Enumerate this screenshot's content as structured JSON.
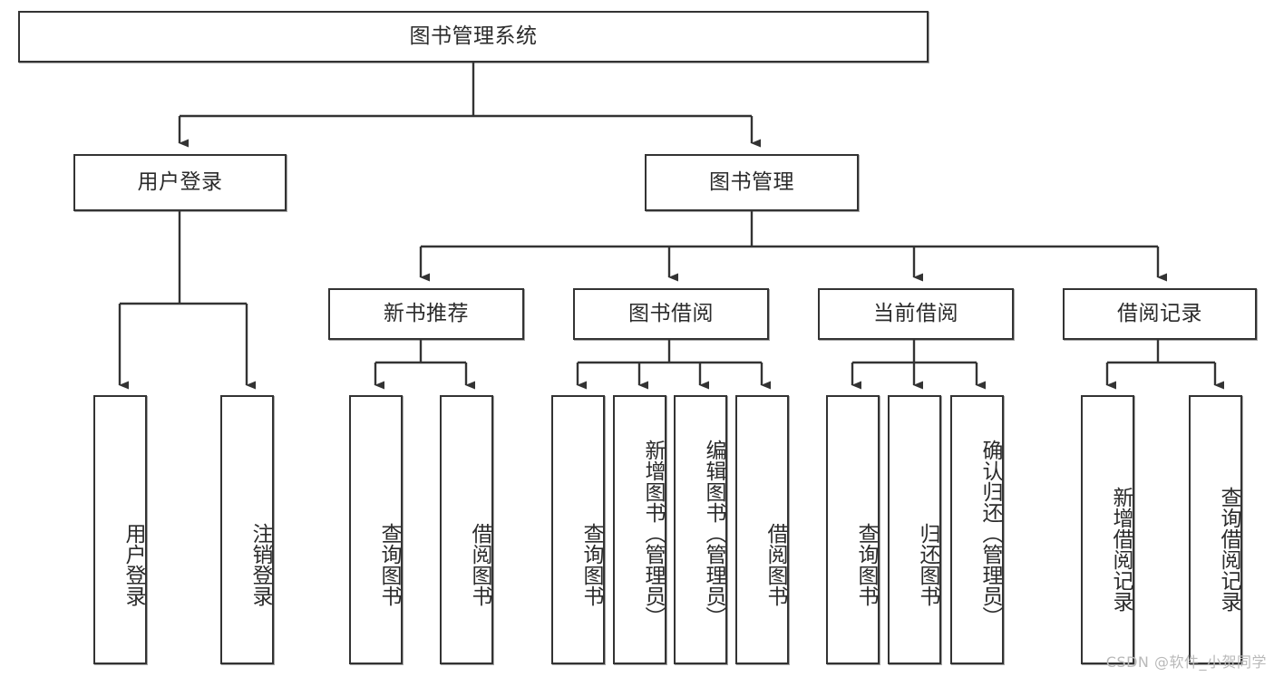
{
  "diagram": {
    "title": "图书管理系统",
    "type": "hierarchy-tree",
    "watermark": "CSDN @软件_小贺同学",
    "colors": {
      "stroke": "#333333",
      "node_fill": "#ffffff",
      "text": "#2b2b2b",
      "watermark": "#b9b9b9"
    },
    "levels": {
      "root": {
        "label": "图书管理系统",
        "orientation": "horizontal"
      },
      "level2": [
        {
          "id": "user-login",
          "label": "用户登录",
          "orientation": "horizontal"
        },
        {
          "id": "book-management",
          "label": "图书管理",
          "orientation": "horizontal"
        }
      ],
      "level3": [
        {
          "id": "new-book-recommend",
          "label": "新书推荐",
          "orientation": "horizontal",
          "parent": "book-management"
        },
        {
          "id": "book-borrow",
          "label": "图书借阅",
          "orientation": "horizontal",
          "parent": "book-management"
        },
        {
          "id": "current-borrow",
          "label": "当前借阅",
          "orientation": "horizontal",
          "parent": "book-management"
        },
        {
          "id": "borrow-record",
          "label": "借阅记录",
          "orientation": "horizontal",
          "parent": "book-management"
        }
      ],
      "leaves": [
        {
          "id": "leaf-user-login",
          "label": "用户登录",
          "parent": "user-login"
        },
        {
          "id": "leaf-logout-login",
          "label": "注销登录",
          "parent": "user-login"
        },
        {
          "id": "leaf-query-book-1",
          "label": "查询图书",
          "parent": "new-book-recommend"
        },
        {
          "id": "leaf-borrow-book-1",
          "label": "借阅图书",
          "parent": "new-book-recommend"
        },
        {
          "id": "leaf-query-book-2",
          "label": "查询图书",
          "parent": "book-borrow"
        },
        {
          "id": "leaf-add-book",
          "label": "新增图书（管理员）",
          "parent": "book-borrow"
        },
        {
          "id": "leaf-edit-book",
          "label": "编辑图书（管理员）",
          "parent": "book-borrow"
        },
        {
          "id": "leaf-borrow-book-2",
          "label": "借阅图书",
          "parent": "book-borrow"
        },
        {
          "id": "leaf-query-book-3",
          "label": "查询图书",
          "parent": "current-borrow"
        },
        {
          "id": "leaf-return-book",
          "label": "归还图书",
          "parent": "current-borrow"
        },
        {
          "id": "leaf-confirm-return",
          "label": "确认归还（管理员）",
          "parent": "current-borrow"
        },
        {
          "id": "leaf-add-record",
          "label": "新增借阅记录",
          "parent": "borrow-record"
        },
        {
          "id": "leaf-query-record",
          "label": "查询借阅记录",
          "parent": "borrow-record"
        }
      ]
    }
  }
}
